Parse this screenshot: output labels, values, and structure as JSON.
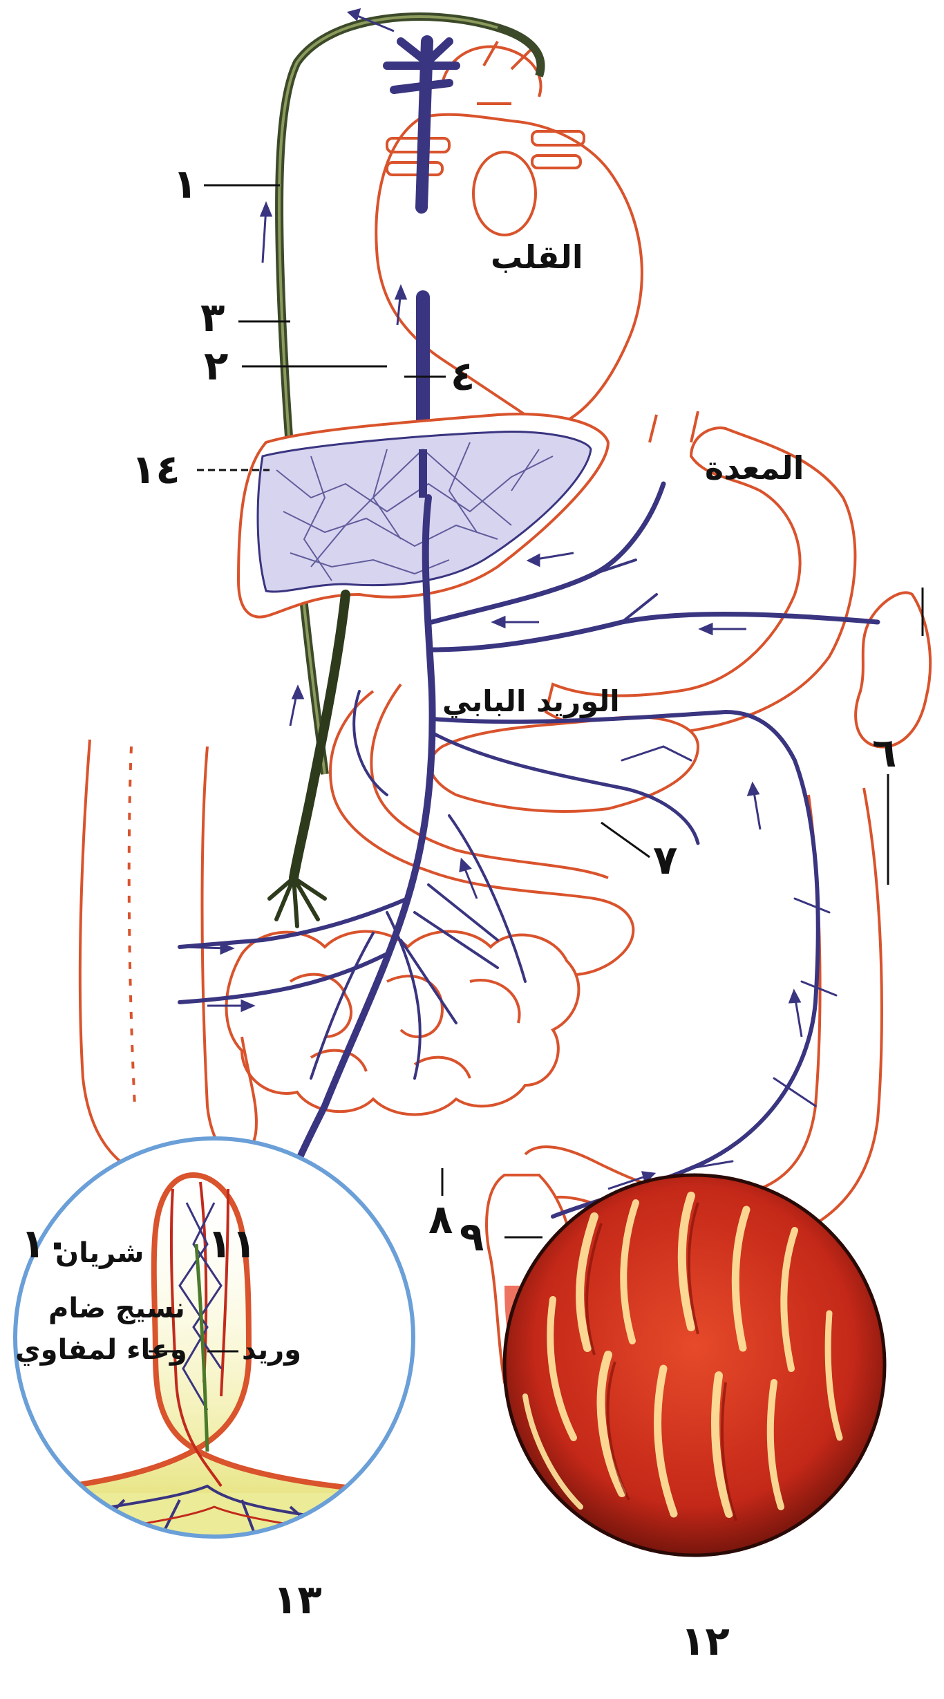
{
  "labels": {
    "heart": "القلب",
    "stomach": "المعدة",
    "portal_vein": "الوريد البابي",
    "n1": "١",
    "n2": "٢",
    "n3": "٣",
    "n4": "٤",
    "n6": "٦",
    "n7": "٧",
    "n8": "٨",
    "n9": "٩",
    "n10": "١٠",
    "n11": "١١",
    "n12": "١٢",
    "n13": "١٣",
    "n14": "١٤"
  },
  "inset_villus": {
    "artery": "شريان",
    "capillary_net": "نسيج ضام",
    "lymph_vessel": "وعاء لمفاوي",
    "vein": "وريد"
  },
  "colors": {
    "outline": "#d9532c",
    "vein": "#3a3580",
    "lymph_duct": "#3c4a2a",
    "villi_bg": "#c8281c",
    "inset_border": "#6a9fd8"
  }
}
